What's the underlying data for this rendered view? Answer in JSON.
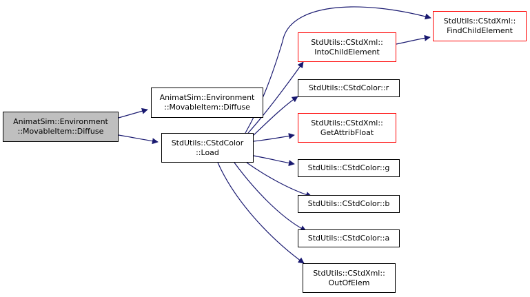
{
  "graph": {
    "nodes": [
      {
        "id": "root",
        "lines": [
          "AnimatSim::Environment",
          "::MovableItem::Diffuse"
        ],
        "style": "root"
      },
      {
        "id": "diffuse2",
        "lines": [
          "AnimatSim::Environment",
          "::MovableItem::Diffuse"
        ],
        "style": "normal"
      },
      {
        "id": "load",
        "lines": [
          "StdUtils::CStdColor",
          "::Load"
        ],
        "style": "normal"
      },
      {
        "id": "into_child",
        "lines": [
          "StdUtils::CStdXml::",
          "IntoChildElement"
        ],
        "style": "red"
      },
      {
        "id": "find_child",
        "lines": [
          "StdUtils::CStdXml::",
          "FindChildElement"
        ],
        "style": "red"
      },
      {
        "id": "color_r",
        "lines": [
          "StdUtils::CStdColor::r"
        ],
        "style": "normal"
      },
      {
        "id": "get_attrib",
        "lines": [
          "StdUtils::CStdXml::",
          "GetAttribFloat"
        ],
        "style": "red"
      },
      {
        "id": "color_g",
        "lines": [
          "StdUtils::CStdColor::g"
        ],
        "style": "normal"
      },
      {
        "id": "color_b",
        "lines": [
          "StdUtils::CStdColor::b"
        ],
        "style": "normal"
      },
      {
        "id": "color_a",
        "lines": [
          "StdUtils::CStdColor::a"
        ],
        "style": "normal"
      },
      {
        "id": "out_of_elem",
        "lines": [
          "StdUtils::CStdXml::",
          "OutOfElem"
        ],
        "style": "normal"
      }
    ],
    "edges": [
      [
        "root",
        "diffuse2"
      ],
      [
        "root",
        "load"
      ],
      [
        "load",
        "find_child"
      ],
      [
        "load",
        "into_child"
      ],
      [
        "load",
        "color_r"
      ],
      [
        "load",
        "get_attrib"
      ],
      [
        "load",
        "color_g"
      ],
      [
        "load",
        "color_b"
      ],
      [
        "load",
        "color_a"
      ],
      [
        "load",
        "out_of_elem"
      ],
      [
        "into_child",
        "find_child"
      ]
    ],
    "colors": {
      "edge": "#191970",
      "root_fill": "#bfbfbf",
      "node_border": "#000000",
      "red_border": "#ff0000"
    }
  }
}
